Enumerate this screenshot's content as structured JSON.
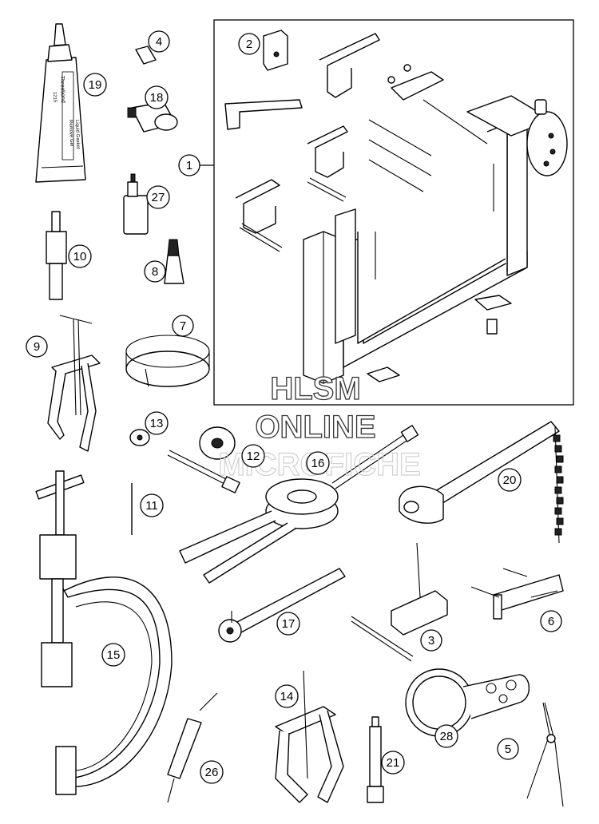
{
  "callouts": [
    {
      "id": "c1",
      "label": "1"
    },
    {
      "id": "c2",
      "label": "2"
    },
    {
      "id": "c3",
      "label": "3"
    },
    {
      "id": "c4",
      "label": "4"
    },
    {
      "id": "c5",
      "label": "5"
    },
    {
      "id": "c6",
      "label": "6"
    },
    {
      "id": "c7",
      "label": "7"
    },
    {
      "id": "c8",
      "label": "8"
    },
    {
      "id": "c9",
      "label": "9"
    },
    {
      "id": "c10",
      "label": "10"
    },
    {
      "id": "c11",
      "label": "11"
    },
    {
      "id": "c12",
      "label": "12"
    },
    {
      "id": "c13",
      "label": "13"
    },
    {
      "id": "c14",
      "label": "14"
    },
    {
      "id": "c15",
      "label": "15"
    },
    {
      "id": "c16",
      "label": "16"
    },
    {
      "id": "c17",
      "label": "17"
    },
    {
      "id": "c18",
      "label": "18"
    },
    {
      "id": "c19",
      "label": "19"
    },
    {
      "id": "c20",
      "label": "20"
    },
    {
      "id": "c21",
      "label": "21"
    },
    {
      "id": "c26",
      "label": "26"
    },
    {
      "id": "c27",
      "label": "27"
    },
    {
      "id": "c28",
      "label": "28"
    }
  ],
  "watermark": {
    "line1": "HLSM",
    "line2": "ONLINE",
    "line3": "MICROFICHE"
  },
  "tube_label": {
    "brand": "Threebond",
    "code": "1215",
    "line1": "Remove Gel",
    "line2": "Liquid Gasket"
  }
}
